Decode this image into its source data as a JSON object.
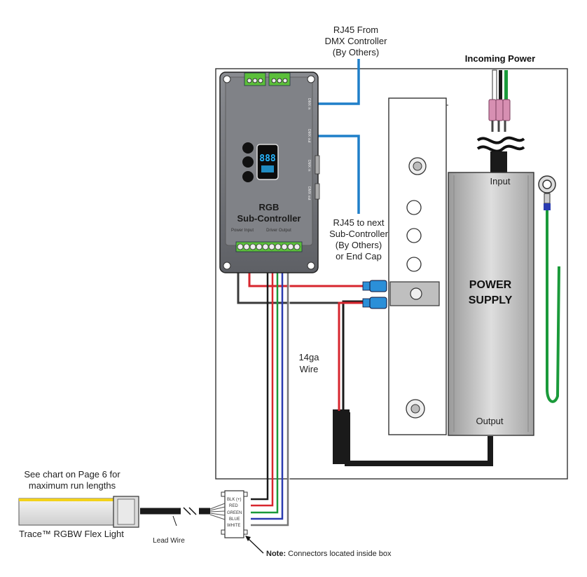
{
  "labels": {
    "rj45_from_line1": "RJ45 From",
    "rj45_from_line2": "DMX Controller",
    "rj45_from_line3": "(By Others)",
    "incoming_power": "Incoming Power",
    "rj45_next_line1": "RJ45 to next",
    "rj45_next_line2": "Sub-Controller",
    "rj45_next_line3": "(By Others)",
    "rj45_next_line4": "or End Cap",
    "wire_gauge_line1": "14ga",
    "wire_gauge_line2": "Wire",
    "chart_note_line1": "See chart on Page 6 for",
    "chart_note_line2": "maximum run lengths",
    "flex_light": "Trace™ RGBW Flex Light",
    "lead_wire": "Lead Wire",
    "note_bold": "Note:",
    "note_text": " Connectors located inside box"
  },
  "controller": {
    "title_line1": "RGB",
    "title_line2": "Sub-Controller",
    "display": "888",
    "port_dmx_in": "DMX in",
    "port_dmx_out": "DMX out",
    "power_input": "Power Input",
    "driver_output": "Driver Output"
  },
  "power_supply": {
    "input": "Input",
    "title_line1": "POWER",
    "title_line2": "SUPPLY",
    "output": "Output"
  },
  "connector_pins": [
    "BLK (+)",
    "RED",
    "GREEN",
    "BLUE",
    "WHITE"
  ],
  "colors": {
    "dmx_cable": "#1f7fc9",
    "red_wire": "#d7262e",
    "green_wire": "#1a9a3a",
    "blue_wire": "#2a3bb0",
    "black_wire": "#1a1a1a",
    "controller_body": "#707278",
    "power_supply": "#c8c8c8",
    "display_digits": "#27b6ff",
    "terminal_green": "#5bbf3a",
    "flex_yellow": "#f3d21a"
  }
}
